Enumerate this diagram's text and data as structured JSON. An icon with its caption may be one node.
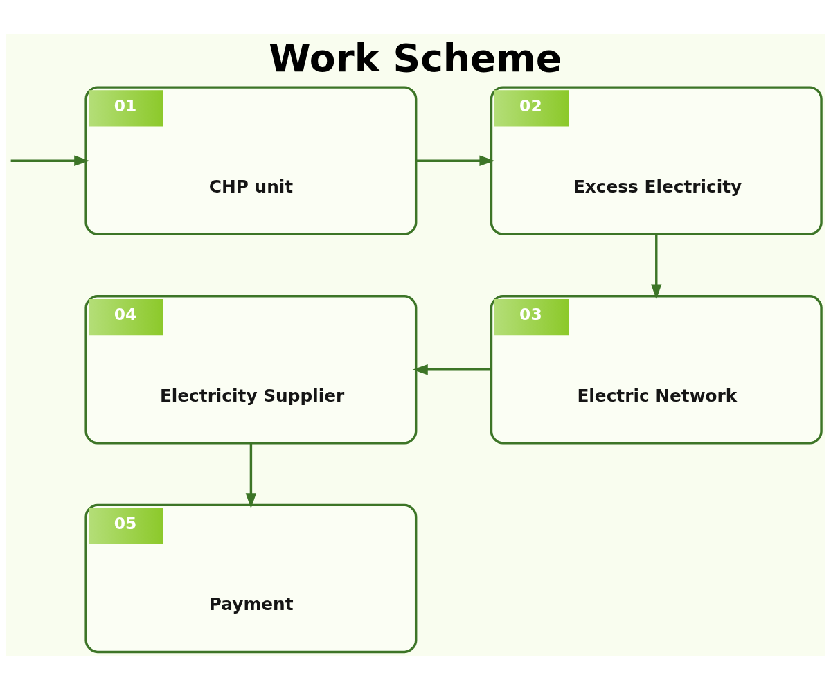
{
  "diagram": {
    "title": "Work Scheme",
    "nodes": [
      {
        "text": [
          "01",
          "CHP unit"
        ]
      },
      {
        "text": [
          "02",
          "Excess Electricity"
        ]
      },
      {
        "text": [
          "03",
          "Electric Network"
        ]
      },
      {
        "text": [
          "04",
          "Electricity Supplier"
        ]
      },
      {
        "text": [
          "05",
          "Payment"
        ]
      }
    ],
    "edges": [
      {
        "from": null,
        "to": 0,
        "arrow": "to"
      },
      {
        "from": 0,
        "to": 1,
        "arrow": "to"
      },
      {
        "from": 1,
        "to": 2,
        "arrow": "to"
      },
      {
        "from": 2,
        "to": 3,
        "arrow": "to"
      },
      {
        "from": 3,
        "to": 4,
        "arrow": "to"
      }
    ]
  }
}
